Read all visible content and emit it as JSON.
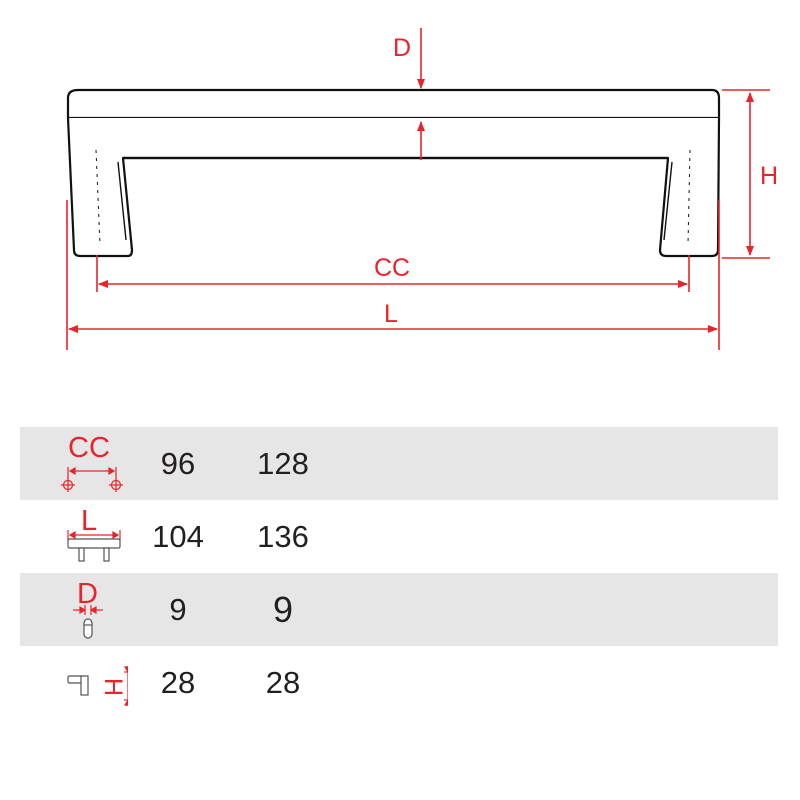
{
  "drawing": {
    "labels": {
      "d": "D",
      "h": "H",
      "cc": "CC",
      "l": "L"
    },
    "colors": {
      "dimension": "#e8232a",
      "outline": "#111111",
      "row_shade": "#e6e6e6",
      "text": "#231f20"
    }
  },
  "spec_table": {
    "rows": [
      {
        "icon_label": "CC",
        "icon": "center-to-center-icon",
        "values": [
          "96",
          "128"
        ]
      },
      {
        "icon_label": "L",
        "icon": "overall-length-icon",
        "values": [
          "104",
          "136"
        ]
      },
      {
        "icon_label": "D",
        "icon": "diameter-icon",
        "values": [
          "9",
          "9"
        ]
      },
      {
        "icon_label": "H",
        "icon": "height-icon",
        "values": [
          "28",
          "28"
        ]
      }
    ]
  }
}
